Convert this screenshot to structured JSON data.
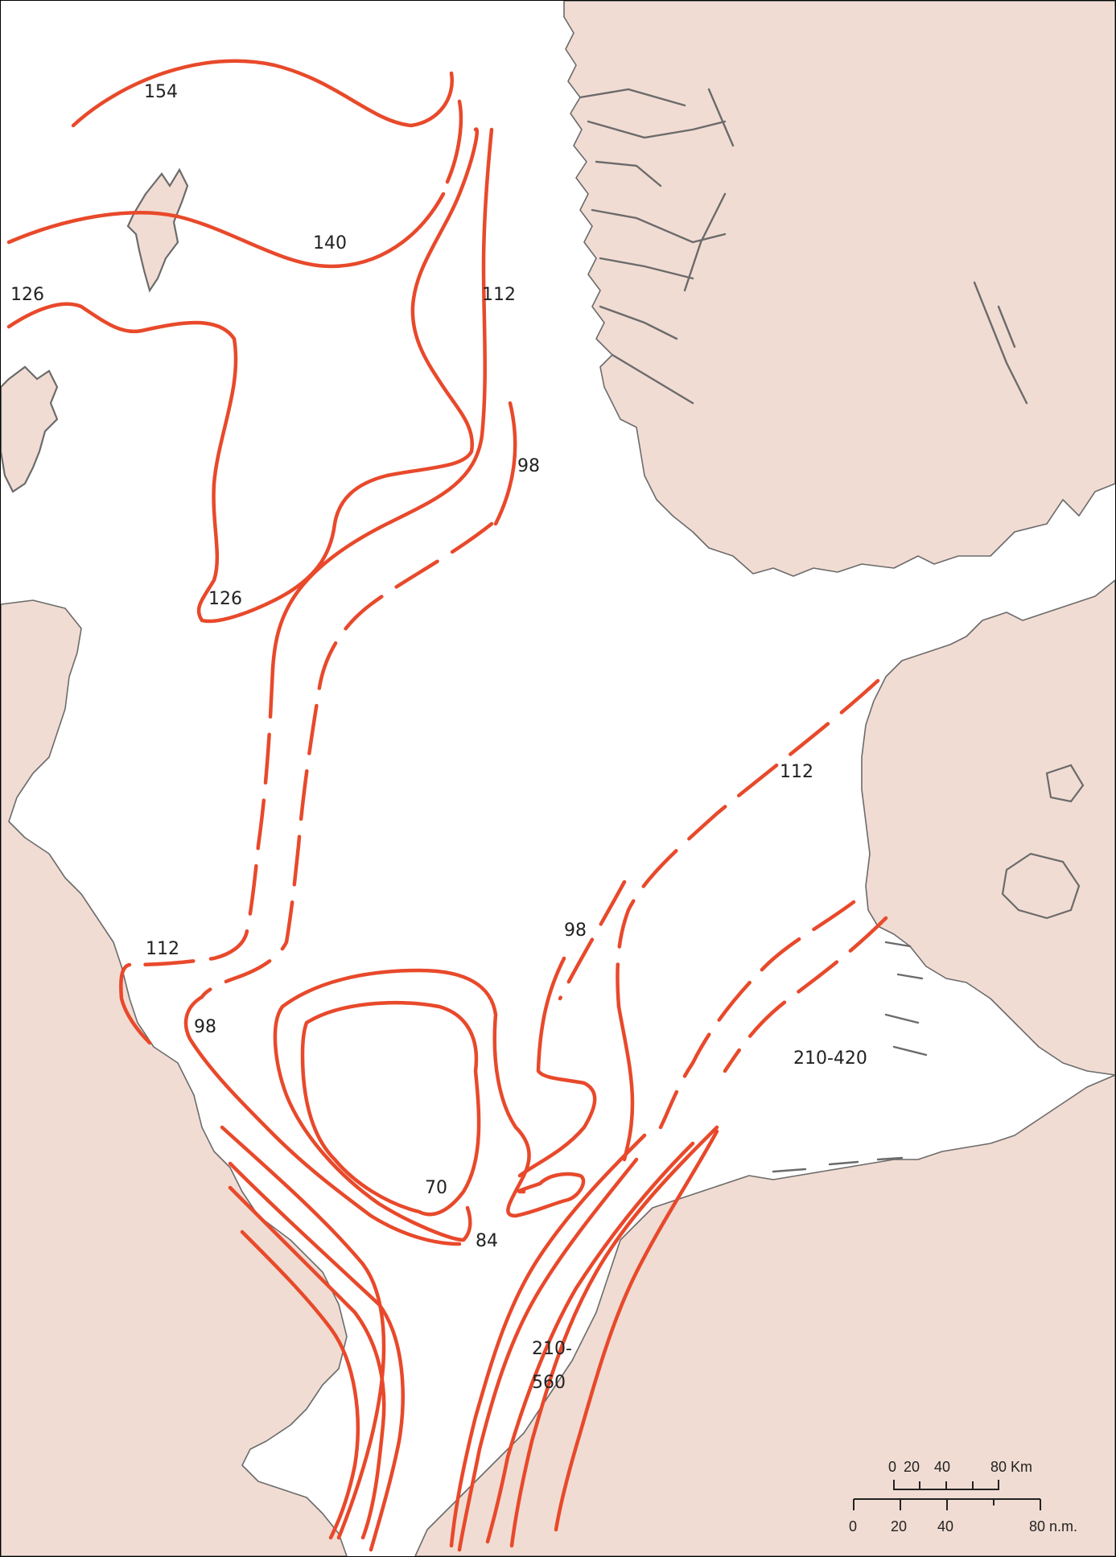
{
  "map": {
    "colors": {
      "land": "#f1dcd3",
      "sea": "#ffffff",
      "coastline": "#6b6b6b",
      "contour": "#e8492b",
      "text": "#222222"
    },
    "contour_labels": {
      "c154": "154",
      "c140": "140",
      "c126_west": "126",
      "c112_north": "112",
      "c98_north": "98",
      "c126_loop": "126",
      "c112_east": "112",
      "c98_east": "98",
      "c112_south": "112",
      "c98_south": "98",
      "c210_420": "210-420",
      "c70": "70",
      "c84": "84",
      "c210_560_a": "210-",
      "c210_560_b": "560"
    },
    "scale_bar": {
      "km_ticks": [
        "0",
        "20",
        "40",
        "80 Km"
      ],
      "nm_ticks": [
        "0",
        "20",
        "40",
        "80 n.m."
      ]
    }
  }
}
